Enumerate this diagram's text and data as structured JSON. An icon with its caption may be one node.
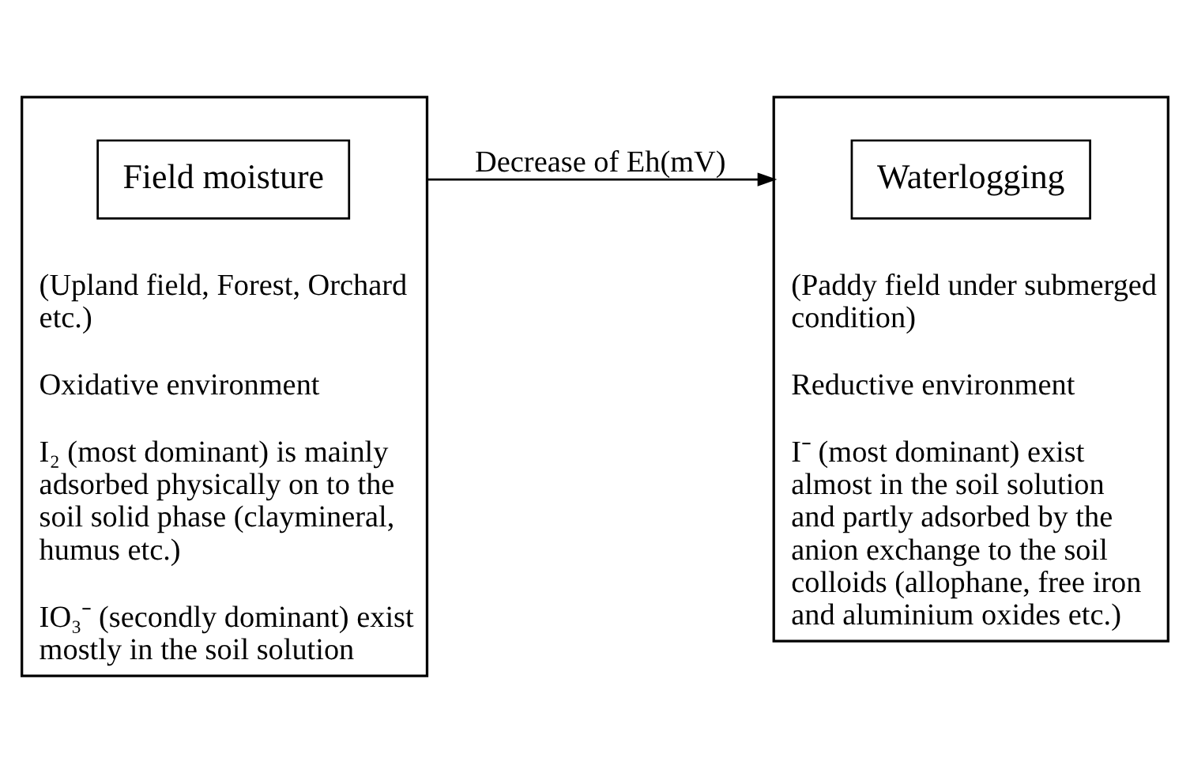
{
  "diagram": {
    "nodes": [
      {
        "text": [
          "(Upland field, Forest, Orchard etc.)",
          "Oxidative environment",
          "I₂ (most dominant) is mainly adsorbed physically on to the soil solid phase (claymineral, humus etc.)",
          "IO₃⁻ (secondly dominant) exist mostly in the soil solution"
        ]
      },
      {
        "text": [
          "Field moisture"
        ],
        "in": 0
      },
      {
        "text": [
          "(Paddy field under submerged condition)",
          "Reductive environment",
          "I⁻ (most dominant) exist almost in the soil solution and partly adsorbed by the anion exchange to the soil colloids (allophane, free iron and aluminium oxides etc.)"
        ]
      },
      {
        "text": [
          "Waterlogging"
        ],
        "in": 2
      }
    ],
    "edges": [
      {
        "from": 0,
        "to": 2,
        "label": "Decrease of Eh(mV)",
        "arrow": "to"
      }
    ]
  }
}
